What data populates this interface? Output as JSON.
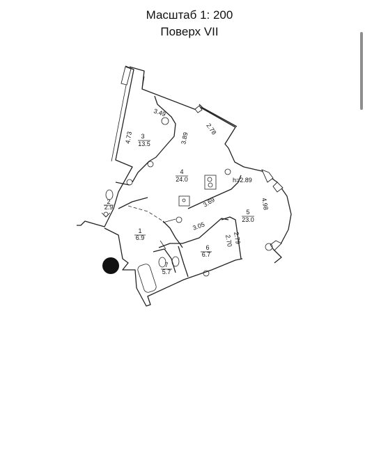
{
  "header": {
    "scale": "Масштаб 1: 200",
    "floor": "Поверх VII"
  },
  "rooms": [
    {
      "number": "1",
      "area": "6.9"
    },
    {
      "number": "2",
      "area": "2.9"
    },
    {
      "number": "3",
      "area": "13.5"
    },
    {
      "number": "4",
      "area": "24.0"
    },
    {
      "number": "5",
      "area": "23.0"
    },
    {
      "number": "6",
      "area": "6.7"
    },
    {
      "number": "7",
      "area": "5.7"
    }
  ],
  "dimensions": {
    "d_3_49": "3.49",
    "d_4_73": "4.73",
    "d_3_89": "3.89",
    "d_2_78": "2.78",
    "d_h_2_89": "h=2.89",
    "d_4_98": "4.98",
    "d_3_69": "3.69",
    "d_3_05": "3.05",
    "d_2_79": "2.79",
    "d_2_70": "2.70"
  }
}
